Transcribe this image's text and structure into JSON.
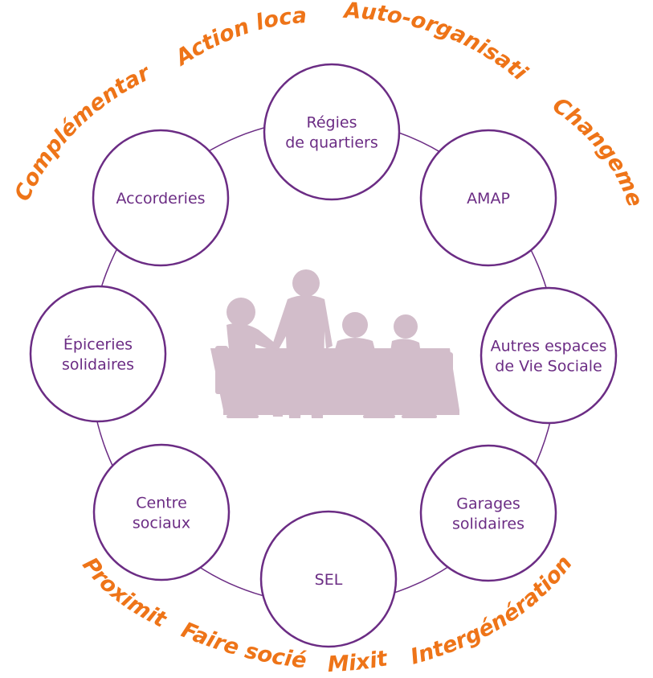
{
  "colors": {
    "accent": "#6b2c84",
    "orange": "#ee7418",
    "silhouette": "#d2bdca",
    "background": "#ffffff"
  },
  "nodes": [
    {
      "id": "regies",
      "lines": [
        "Régies",
        "de quartiers"
      ]
    },
    {
      "id": "amap",
      "lines": [
        "AMAP"
      ]
    },
    {
      "id": "autres",
      "lines": [
        "Autres espaces",
        "de Vie Sociale"
      ]
    },
    {
      "id": "garages",
      "lines": [
        "Garages",
        "solidaires"
      ]
    },
    {
      "id": "sel",
      "lines": [
        "SEL"
      ]
    },
    {
      "id": "centre",
      "lines": [
        "Centre",
        "sociaux"
      ]
    },
    {
      "id": "epiceries",
      "lines": [
        "Épiceries",
        "solidaires"
      ]
    },
    {
      "id": "accorderies",
      "lines": [
        "Accorderies"
      ]
    }
  ],
  "values": [
    {
      "id": "action-locale",
      "text": "Action locale"
    },
    {
      "id": "auto-organisation",
      "text": "Auto-organisation"
    },
    {
      "id": "changement",
      "text": "Changement"
    },
    {
      "id": "complementarite",
      "text": "Complémentarité"
    },
    {
      "id": "proximite",
      "text": "Proximité"
    },
    {
      "id": "faire-societe",
      "text": "Faire société"
    },
    {
      "id": "mixite",
      "text": "Mixité"
    },
    {
      "id": "intergenerationnel",
      "text": "Intergénérationnel"
    }
  ],
  "center_image": "group-meeting-silhouette"
}
